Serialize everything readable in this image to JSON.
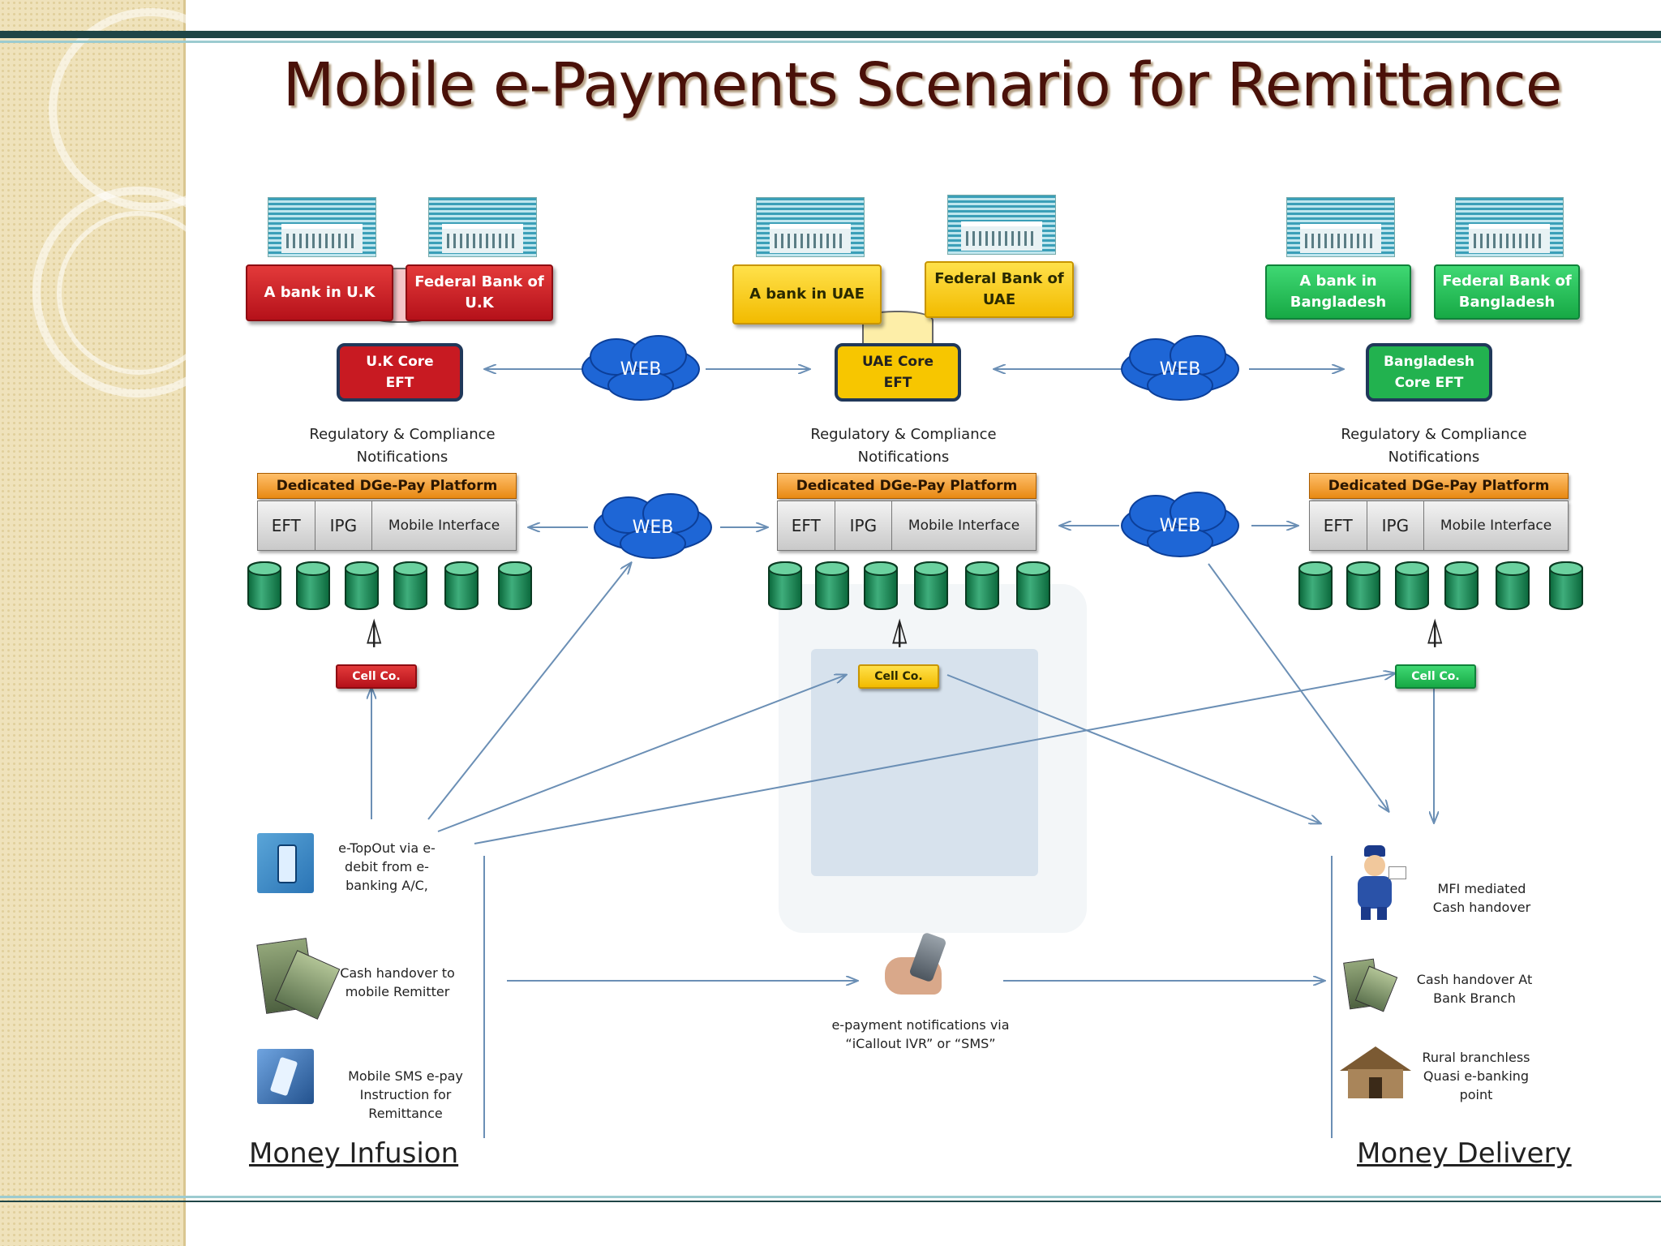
{
  "title": "Mobile e-Payments Scenario for Remittance",
  "colors": {
    "uk": "#c81a22",
    "uae": "#f7c600",
    "bd": "#22b24f",
    "arrow": "#6b8fb5",
    "cloud": "#1e66d6",
    "title": "#4a1109"
  },
  "columns": [
    {
      "key": "uk",
      "bank": "A bank in U.K",
      "federal": "Federal Bank of U.K",
      "core": "U.K Core EFT",
      "regulatory": "Regulatory & Compliance Notifications",
      "cell": "Cell Co."
    },
    {
      "key": "uae",
      "bank": "A bank in UAE",
      "federal": "Federal Bank of UAE",
      "core": "UAE Core EFT",
      "regulatory": "Regulatory & Compliance Notifications",
      "cell": "Cell Co."
    },
    {
      "key": "bd",
      "bank": "A bank in Bangladesh",
      "federal": "Federal Bank of Bangladesh",
      "core": "Bangladesh Core EFT",
      "regulatory": "Regulatory & Compliance Notifications",
      "cell": "Cell Co."
    }
  ],
  "platform": {
    "title": "Dedicated DGe-Pay Platform",
    "parts": [
      "EFT",
      "IPG",
      "Mobile Interface"
    ]
  },
  "web_label": "WEB",
  "infusion": {
    "heading": "Money Infusion",
    "items": [
      {
        "icon": "mobile-phone-icon",
        "text": "e-TopOut via e-debit from e-banking A/C,"
      },
      {
        "icon": "cash-money-icon",
        "text": "Cash handover to mobile Remitter"
      },
      {
        "icon": "sms-phone-icon",
        "text": "Mobile SMS e-pay Instruction for Remittance"
      }
    ]
  },
  "center": {
    "icon": "hand-phone-icon",
    "text": "e-payment notifications via “iCallout IVR” or “SMS”"
  },
  "delivery": {
    "heading": "Money Delivery",
    "items": [
      {
        "icon": "postman-icon",
        "text": "MFI mediated Cash handover"
      },
      {
        "icon": "cash-money-icon",
        "text": "Cash handover At Bank Branch"
      },
      {
        "icon": "village-hut-icon",
        "text": "Rural branchless Quasi e-banking point"
      }
    ]
  }
}
